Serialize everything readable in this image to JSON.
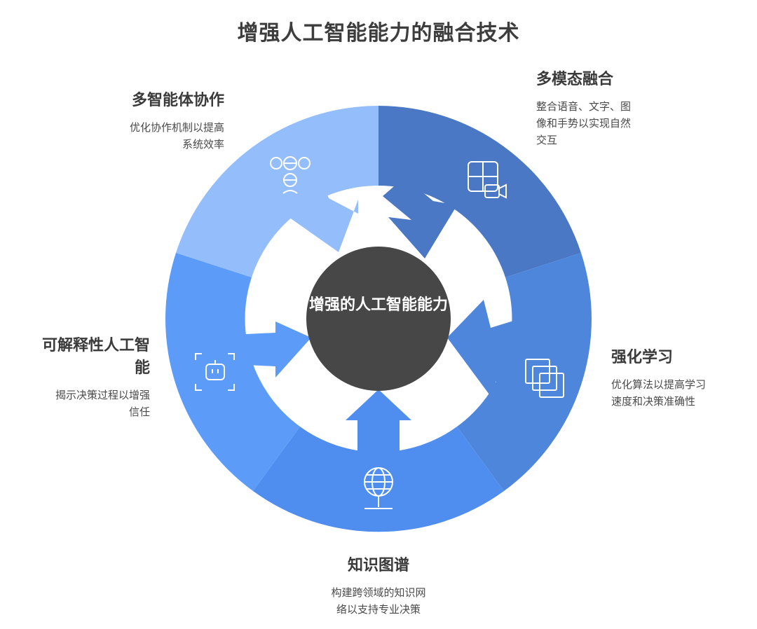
{
  "title": "增强人工智能能力的融合技术",
  "center": "增强的人工智能能力",
  "colors": {
    "multi_agent": "#94bdfb",
    "multimodal": "#4a78c5",
    "reinforcement": "#4d86db",
    "knowledge_graph": "#4f8eef",
    "explainable": "#5c9cf8",
    "center": "#474747"
  },
  "segments": {
    "multi_agent": {
      "heading": "多智能体协作",
      "desc_lines": [
        "优化协作机制以提高",
        "系统效率"
      ],
      "icon": "people-group-icon"
    },
    "multimodal": {
      "heading": "多模态融合",
      "desc_lines": [
        "整合语音、文字、图",
        "像和手势以实现自然",
        "交互"
      ],
      "icon": "layout-video-icon"
    },
    "reinforcement": {
      "heading": "强化学习",
      "desc_lines": [
        "优化算法以提高学习",
        "速度和决策准确性"
      ],
      "icon": "stacked-squares-icon"
    },
    "knowledge_graph": {
      "heading": "知识图谱",
      "desc_lines": [
        "构建跨领域的知识网",
        "络以支持专业决策"
      ],
      "icon": "globe-stand-icon"
    },
    "explainable": {
      "heading_lines": [
        "可解释性人工智",
        "能"
      ],
      "desc_lines": [
        "揭示决策过程以增强",
        "信任"
      ],
      "icon": "robot-face-icon"
    }
  }
}
